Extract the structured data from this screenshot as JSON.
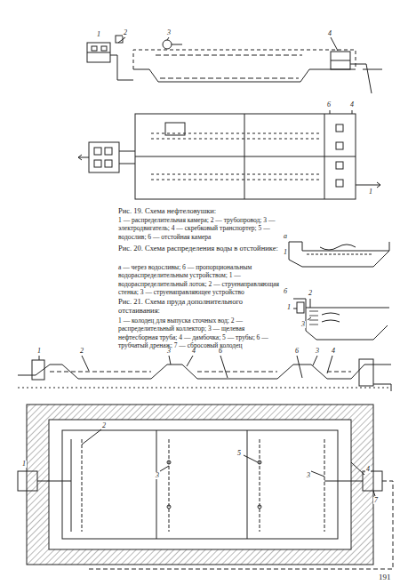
{
  "diagram": {
    "labels": [
      "Рис. 19. Схема нефтеловушки:",
      "1 — распределительная камера; 2 — трубопровод; 3 — электродвигатель; 4 — скребковый транспортер; 5 — водослив; 6 — отстойная камера",
      "Рис. 20. Схема распределения воды в отстойнике:",
      "а — через водосливы; б — пропорциональным водораспределительным устройством; 1 — водораспределительный лоток; 2 — струенаправляющая стенка; 3 — струенаправляющее устройство",
      "Рис. 21. Схема пруда дополнительного отстаивания:",
      "1 — колодец для выпуска сточных вод; 2 — распределительный коллектор; 3 — щелевая нефтесборная труба; 4 — дамбочка; 5 — трубы; 6 — трубчатый дренаж; 7 — сбросовый колодец",
      "191",
      "1",
      "2",
      "3",
      "4",
      "6",
      "4",
      "1",
      "а",
      "1",
      "б",
      "1",
      "2",
      "3",
      "1",
      "2",
      "3",
      "4",
      "6",
      "6",
      "3",
      "4",
      "1",
      "2",
      "3",
      "5",
      "3",
      "4",
      "7"
    ]
  }
}
